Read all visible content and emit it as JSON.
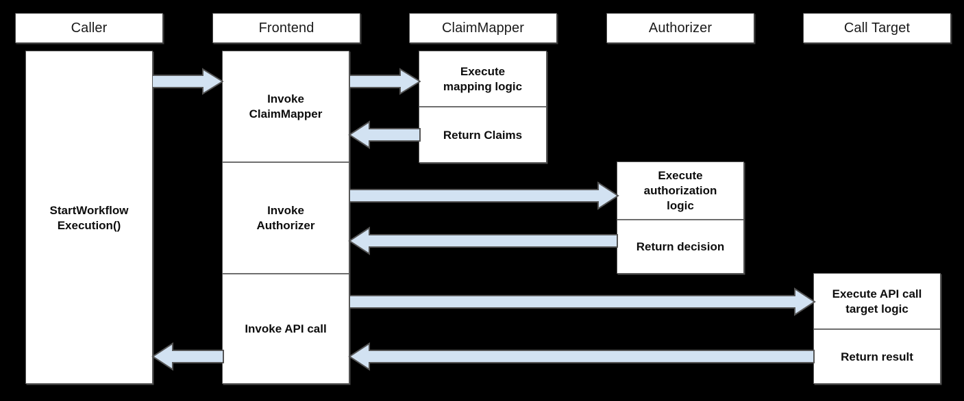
{
  "diagram": {
    "title": "Authorization sequence diagram",
    "type": "sequence-diagram",
    "background_color": "#000000",
    "box_fill": "#ffffff",
    "box_border": "#595959",
    "arrow_fill": "#d2e2f2",
    "arrow_border": "#555555"
  },
  "participants": [
    {
      "id": "caller",
      "label": "Caller"
    },
    {
      "id": "frontend",
      "label": "Frontend"
    },
    {
      "id": "claimmapper",
      "label": "ClaimMapper"
    },
    {
      "id": "authorizer",
      "label": "Authorizer"
    },
    {
      "id": "calltarget",
      "label": "Call Target"
    }
  ],
  "activations": {
    "caller": {
      "segments": [
        {
          "label": "StartWorkflow\nExecution()"
        }
      ]
    },
    "frontend": {
      "segments": [
        {
          "label": "Invoke\nClaimMapper"
        },
        {
          "label": "Invoke\nAuthorizer"
        },
        {
          "label": "Invoke API call"
        }
      ]
    },
    "claimmapper": {
      "segments": [
        {
          "label": "Execute\nmapping logic"
        },
        {
          "label": "Return Claims"
        }
      ]
    },
    "authorizer": {
      "segments": [
        {
          "label": "Execute\nauthorization\nlogic"
        },
        {
          "label": "Return decision"
        }
      ]
    },
    "calltarget": {
      "segments": [
        {
          "label": "Execute API call\ntarget logic"
        },
        {
          "label": "Return result"
        }
      ]
    }
  },
  "messages": [
    {
      "id": "m1",
      "from": "caller",
      "to": "frontend",
      "direction": "right",
      "order": 1
    },
    {
      "id": "m2",
      "from": "frontend",
      "to": "claimmapper",
      "direction": "right",
      "order": 2
    },
    {
      "id": "m3",
      "from": "claimmapper",
      "to": "frontend",
      "direction": "left",
      "order": 3
    },
    {
      "id": "m4",
      "from": "frontend",
      "to": "authorizer",
      "direction": "right",
      "order": 4
    },
    {
      "id": "m5",
      "from": "authorizer",
      "to": "frontend",
      "direction": "left",
      "order": 5
    },
    {
      "id": "m6",
      "from": "frontend",
      "to": "calltarget",
      "direction": "right",
      "order": 6
    },
    {
      "id": "m7",
      "from": "calltarget",
      "to": "frontend",
      "direction": "left",
      "order": 7
    },
    {
      "id": "m8",
      "from": "frontend",
      "to": "caller",
      "direction": "left",
      "order": 8
    }
  ]
}
